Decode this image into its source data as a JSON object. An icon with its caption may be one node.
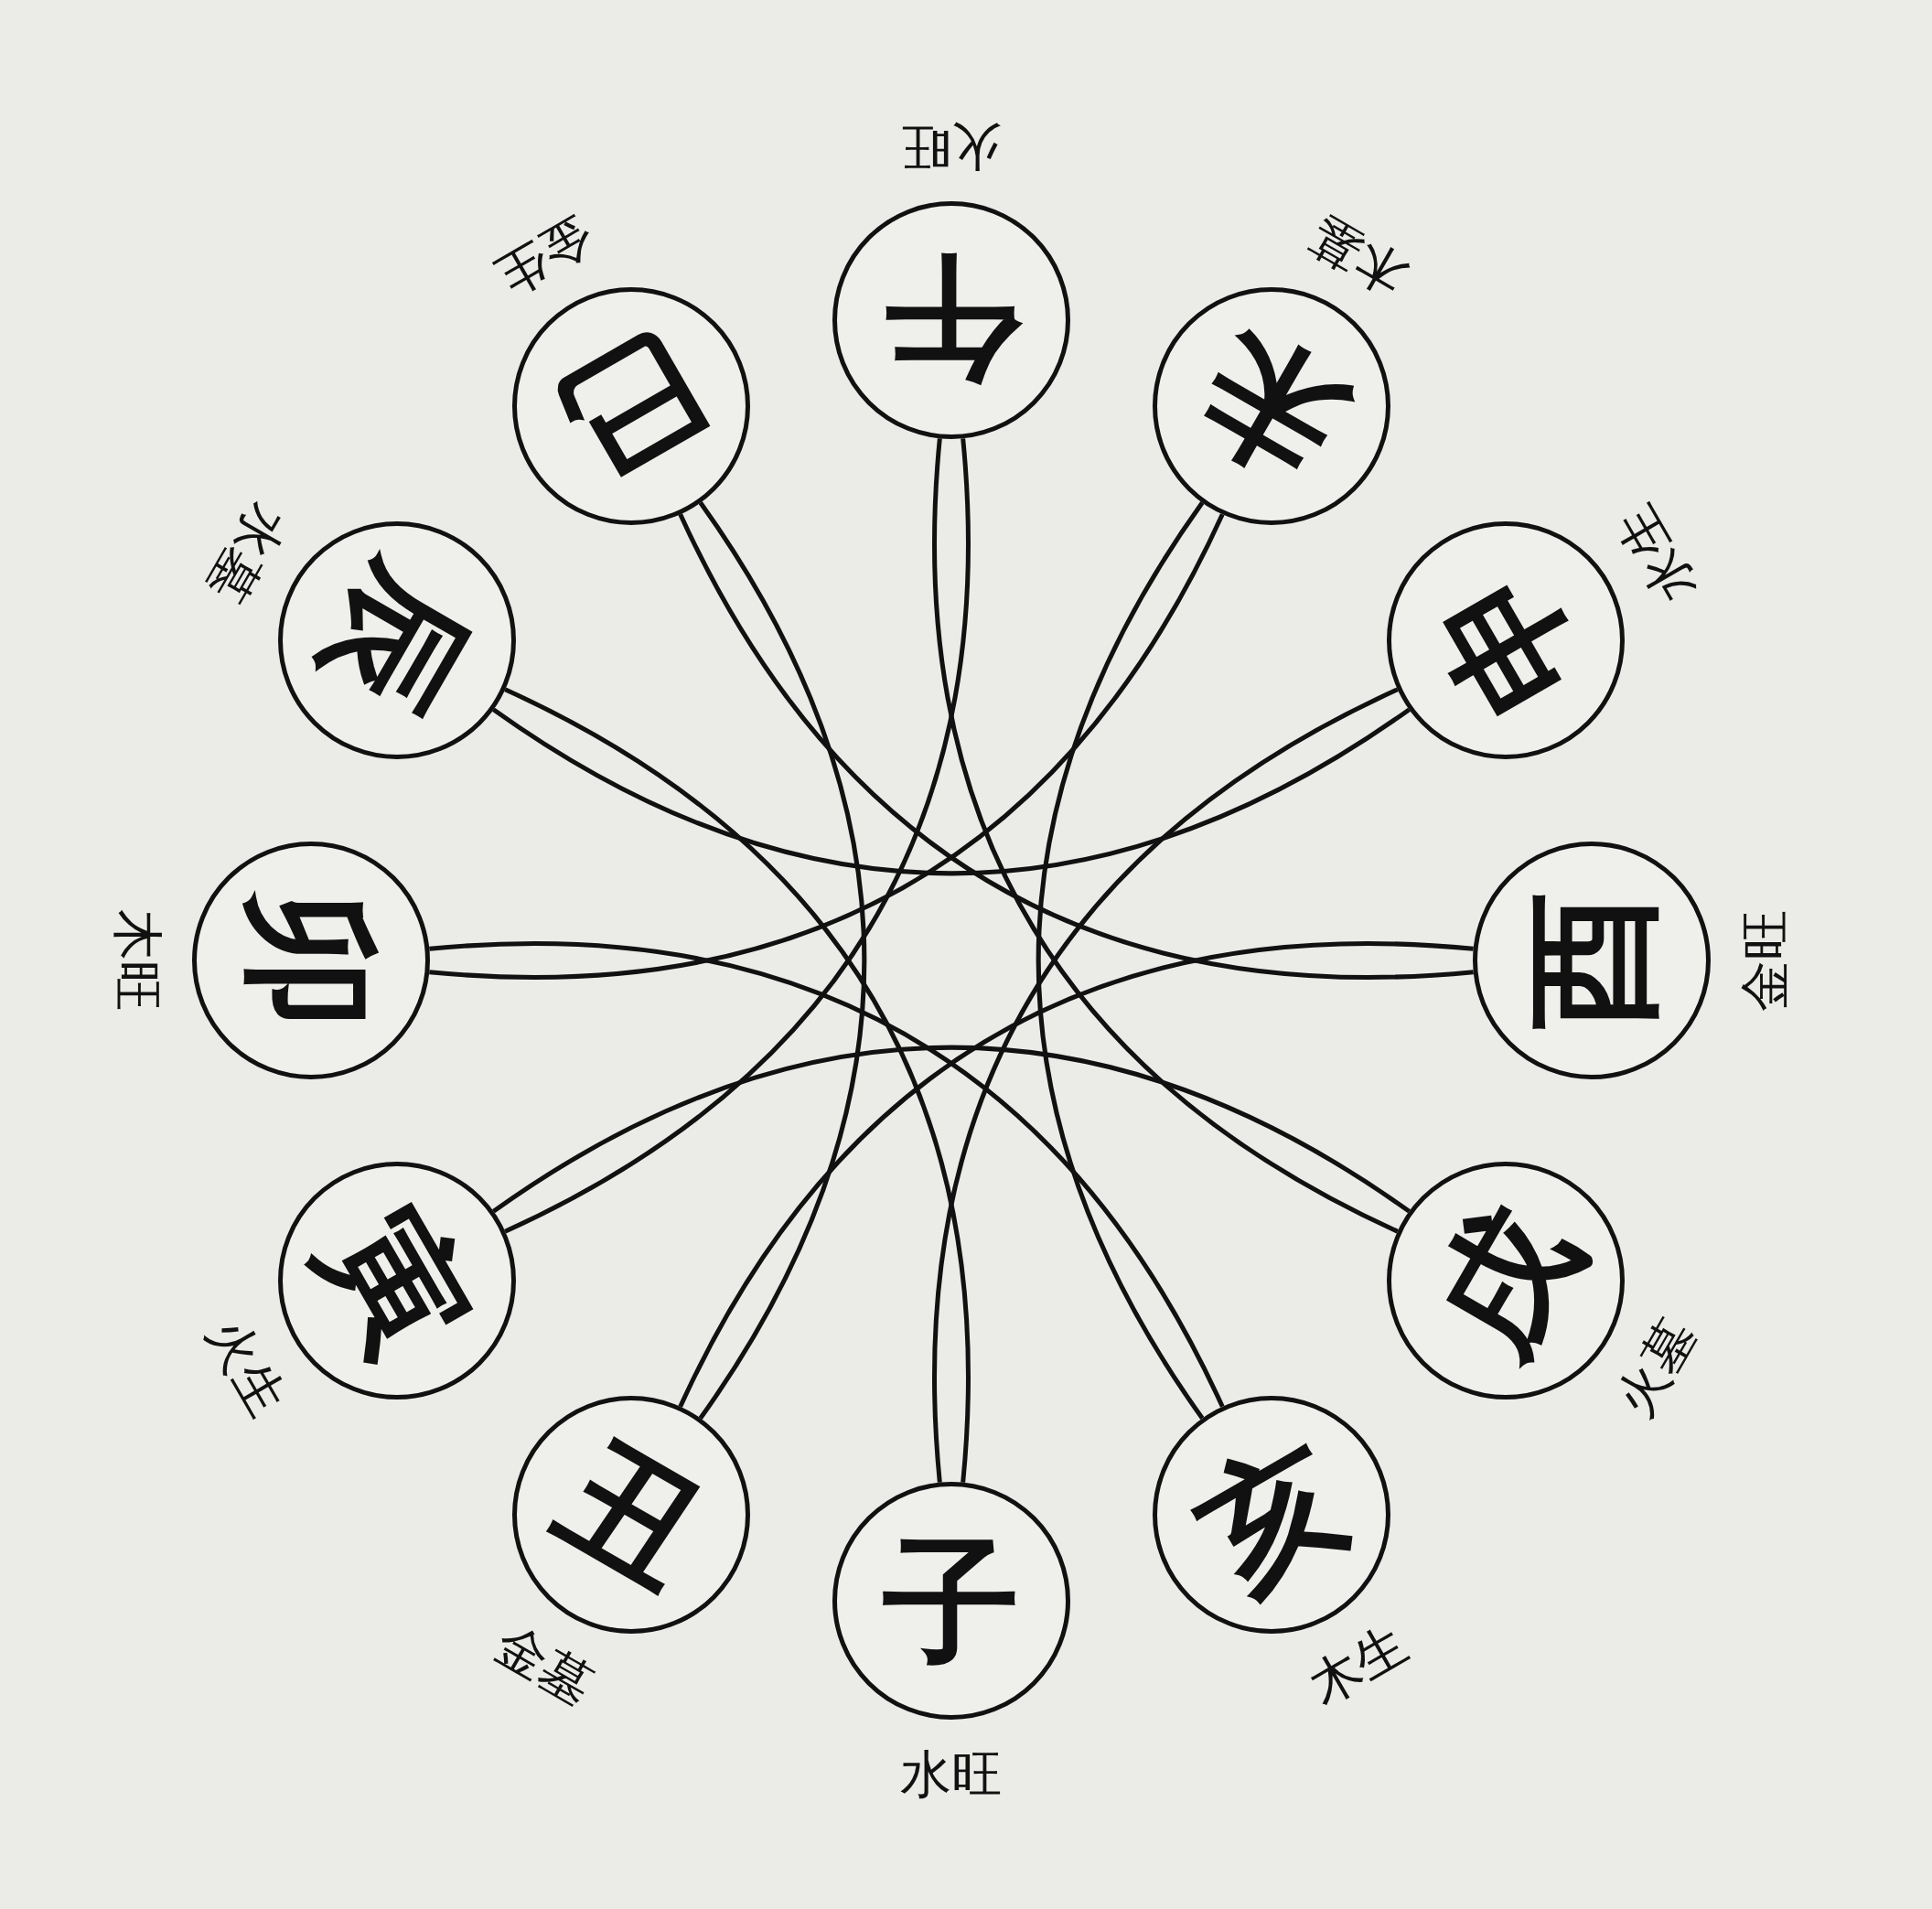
{
  "diagram": {
    "nodes": [
      {
        "text": [
          "午"
        ],
        "beside": [
          "火旺"
        ]
      },
      {
        "text": [
          "未"
        ],
        "beside": [
          "木墓"
        ]
      },
      {
        "text": [
          "申"
        ],
        "beside": [
          "水生"
        ]
      },
      {
        "text": [
          "酉"
        ],
        "beside": [
          "金旺"
        ]
      },
      {
        "text": [
          "戌"
        ],
        "beside": [
          "火墓"
        ]
      },
      {
        "text": [
          "亥"
        ],
        "beside": [
          "木生"
        ]
      },
      {
        "text": [
          "子"
        ],
        "beside": [
          "水旺"
        ]
      },
      {
        "text": [
          "丑"
        ],
        "beside": [
          "金墓"
        ]
      },
      {
        "text": [
          "寅"
        ],
        "beside": [
          "火生"
        ]
      },
      {
        "text": [
          "卯"
        ],
        "beside": [
          "木旺"
        ]
      },
      {
        "text": [
          "辰"
        ],
        "beside": [
          "水墓"
        ]
      },
      {
        "text": [
          "巳"
        ],
        "beside": [
          "金生"
        ]
      }
    ],
    "edges": [
      {
        "from": 2,
        "to": 6,
        "arrow": "none"
      },
      {
        "from": 6,
        "to": 10,
        "arrow": "none"
      },
      {
        "from": 10,
        "to": 2,
        "arrow": "none"
      },
      {
        "from": 5,
        "to": 9,
        "arrow": "none"
      },
      {
        "from": 9,
        "to": 1,
        "arrow": "none"
      },
      {
        "from": 1,
        "to": 5,
        "arrow": "none"
      },
      {
        "from": 8,
        "to": 0,
        "arrow": "none"
      },
      {
        "from": 0,
        "to": 4,
        "arrow": "none"
      },
      {
        "from": 4,
        "to": 8,
        "arrow": "none"
      },
      {
        "from": 11,
        "to": 3,
        "arrow": "none"
      },
      {
        "from": 3,
        "to": 7,
        "arrow": "none"
      },
      {
        "from": 7,
        "to": 11,
        "arrow": "none"
      }
    ]
  }
}
